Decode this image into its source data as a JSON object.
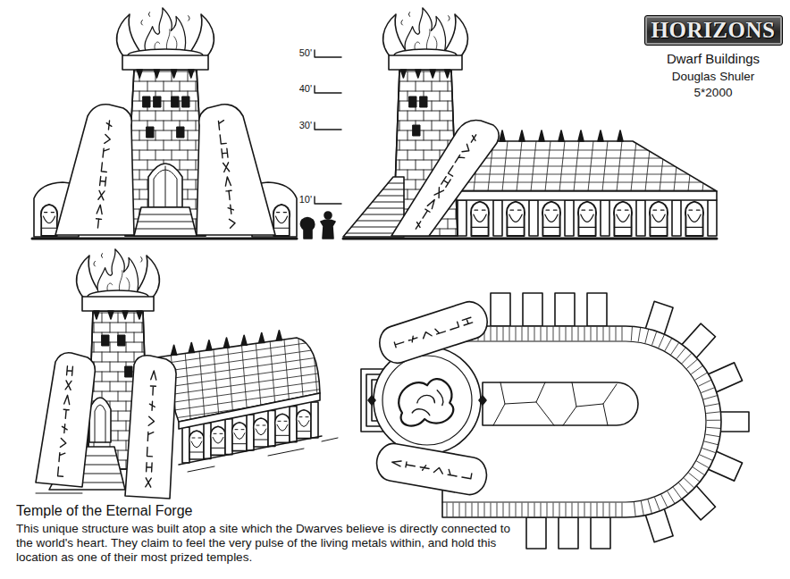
{
  "diagram": {
    "title": "Temple of the Eternal Forge",
    "caption": "This unique structure was built atop a site which the Dwarves believe is directly connected to the world's heart. They claim to feel the very pulse of the living metals within, and hold this location as one of their most prized temples.",
    "nodes": [
      {
        "text": [
          "HORIZONS"
        ]
      }
    ],
    "labels": [
      "50'",
      "40'",
      "30'",
      "10'",
      "Dwarf Buildings",
      "Douglas Shuler",
      "5*2000"
    ]
  }
}
